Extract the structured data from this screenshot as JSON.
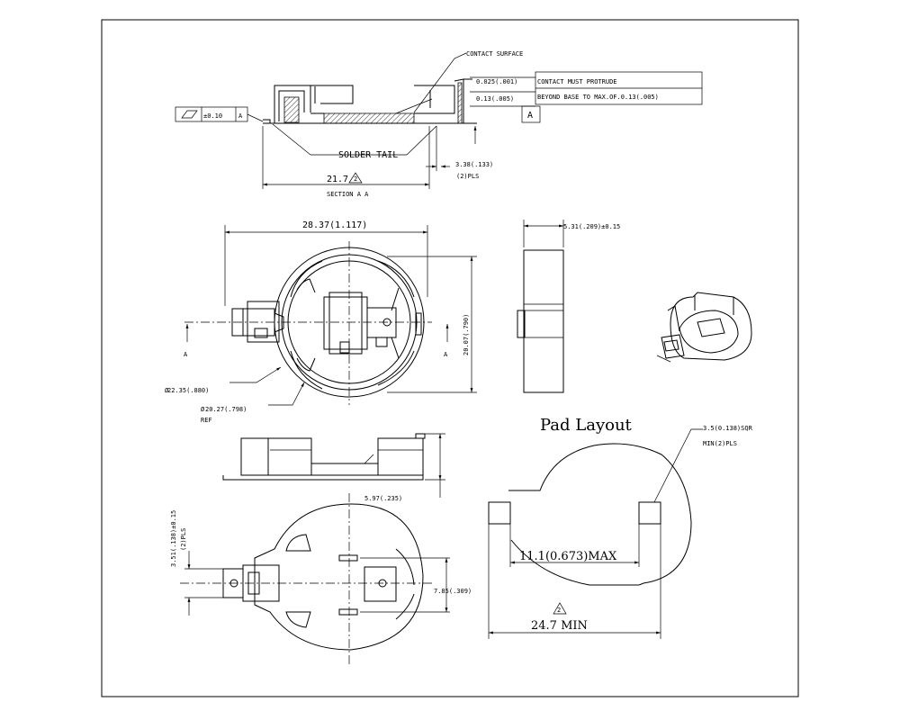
{
  "labels": {
    "contact_surface": "CONTACT SURFACE",
    "tol_top": "0.025(.001)",
    "tol_bottom": "0.13(.005)",
    "note_line1": "CONTACT MUST PROTRUDE",
    "note_line2": "BEYOND BASE TO MAX.OF.0.13(.005)",
    "datum_a": "A",
    "flatness_tol": "±0.10",
    "flatness_datum": "A",
    "solder_tail": "SOLDER TAIL",
    "dim_21_7": "21.7",
    "rev_mark": "2",
    "section_aa": "SECTION A A",
    "dim_3_38": "3.38(.133)",
    "dim_3_38_note": "(2)PLS",
    "dim_28_37": "28.37(1.117)",
    "dim_5_31": "5.31(.209)±0.15",
    "dim_20_07": "20.07(.790)",
    "section_a_left": "A",
    "section_a_right": "A",
    "dia_22_35": "22.35(.880)",
    "dia_20_27": "20.27(.798)",
    "ref": "REF",
    "dim_5_97": "5.97(.235)",
    "dim_3_51_a": "3.51(.138)±0.15",
    "dim_3_51_b": "(2)PLS",
    "dim_7_85": "7.85(.309)",
    "pad_layout": "Pad Layout",
    "pad_size_1": "3.5(0.138)SQR",
    "pad_size_2": "MIN(2)PLS",
    "dim_11_1": "11.1(0.673)MAX",
    "pad_rev_mark": "2",
    "dim_24_7": "24.7 MIN"
  }
}
